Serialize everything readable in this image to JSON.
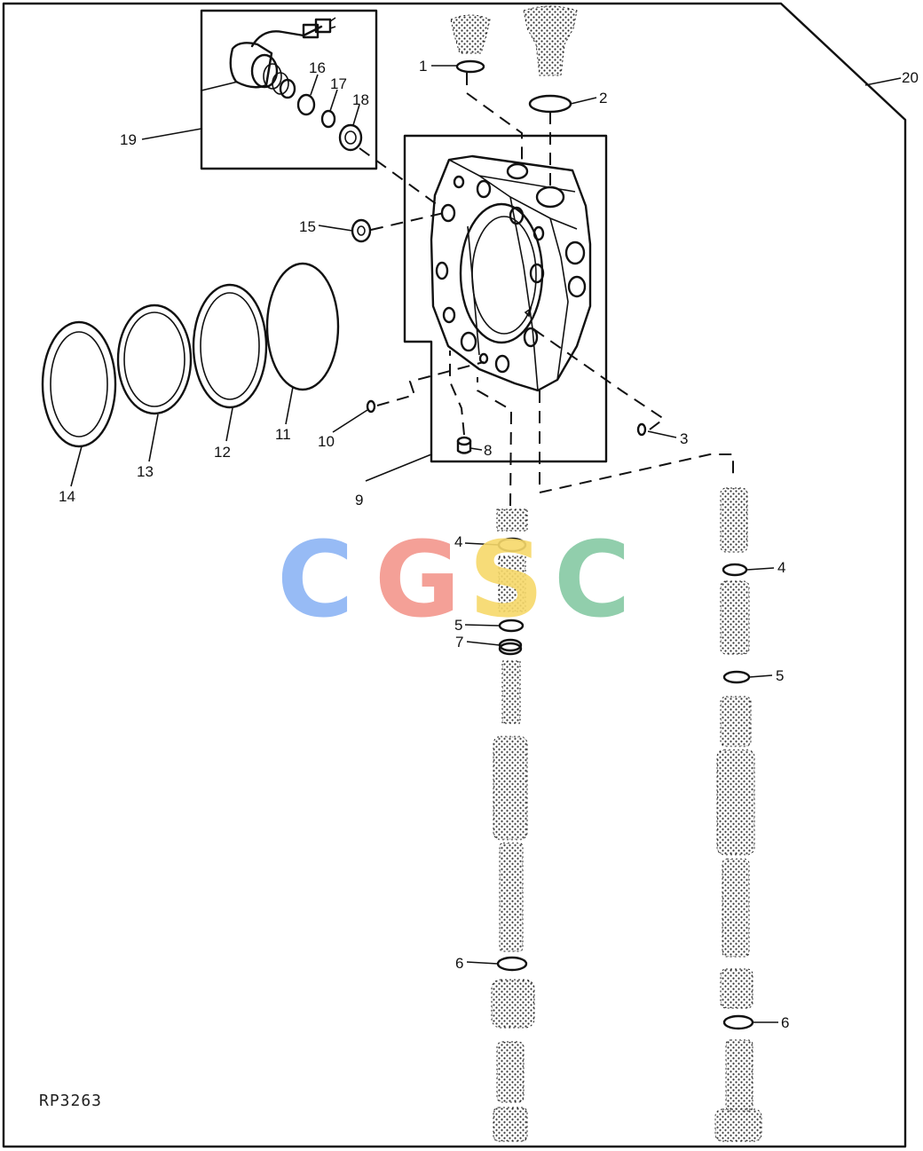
{
  "figure_ref": "RP3263",
  "watermark": {
    "letters": [
      "C",
      "G",
      "S",
      "C"
    ],
    "colors": [
      "#8cb4f5",
      "#f3968c",
      "#f7d96a",
      "#86c9a4"
    ]
  },
  "callouts": [
    "1",
    "2",
    "3",
    "4",
    "4",
    "5",
    "5",
    "6",
    "6",
    "7",
    "8",
    "9",
    "10",
    "11",
    "12",
    "13",
    "14",
    "15",
    "16",
    "17",
    "18",
    "19",
    "20"
  ],
  "labels": {
    "c1": "1",
    "c2": "2",
    "c3": "3",
    "c4a": "4",
    "c4b": "4",
    "c5a": "5",
    "c5b": "5",
    "c6a": "6",
    "c6b": "6",
    "c7": "7",
    "c8": "8",
    "c9": "9",
    "c10": "10",
    "c11": "11",
    "c12": "12",
    "c13": "13",
    "c14": "14",
    "c15": "15",
    "c16": "16",
    "c17": "17",
    "c18": "18",
    "c19": "19",
    "c20": "20"
  }
}
